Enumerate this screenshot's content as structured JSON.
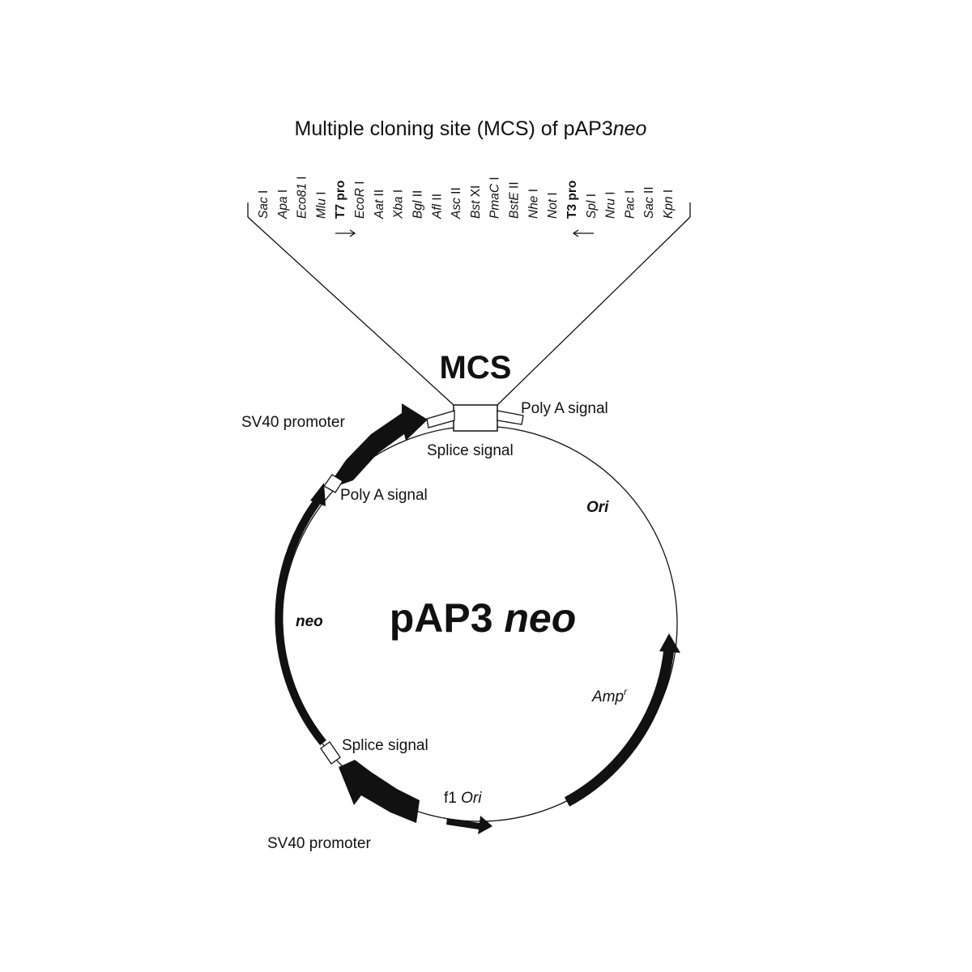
{
  "mcs_title": {
    "prefix": "Multiple cloning site (MCS) of pAP3",
    "suffix": "neo"
  },
  "mcs_sites": [
    {
      "name": "Sac",
      "suffix": " I",
      "style": "italic"
    },
    {
      "name": "Apa",
      "suffix": " I",
      "style": "italic"
    },
    {
      "name": "Eco81",
      "suffix": " I",
      "style": "italic"
    },
    {
      "name": "Mlu",
      "suffix": " I",
      "style": "italic"
    },
    {
      "name": "T7 pro",
      "suffix": "",
      "style": "bold"
    },
    {
      "name": "EcoR",
      "suffix": " I",
      "style": "italic"
    },
    {
      "name": "Aat",
      "suffix": " II",
      "style": "italic"
    },
    {
      "name": "Xba",
      "suffix": " I",
      "style": "italic"
    },
    {
      "name": "Bgl",
      "suffix": " II",
      "style": "italic"
    },
    {
      "name": "Afl",
      "suffix": " II",
      "style": "italic"
    },
    {
      "name": "Asc",
      "suffix": " II",
      "style": "italic"
    },
    {
      "name": "Bst",
      "suffix": " XI",
      "style": "italic"
    },
    {
      "name": "PmaC",
      "suffix": " I",
      "style": "italic"
    },
    {
      "name": "BstE",
      "suffix": " II",
      "style": "italic"
    },
    {
      "name": "Nhe",
      "suffix": " I",
      "style": "italic"
    },
    {
      "name": "Not",
      "suffix": " I",
      "style": "italic"
    },
    {
      "name": "T3 pro",
      "suffix": "",
      "style": "bold"
    },
    {
      "name": "Spl",
      "suffix": " I",
      "style": "italic"
    },
    {
      "name": "Nru",
      "suffix": " I",
      "style": "italic"
    },
    {
      "name": "Pac",
      "suffix": " I",
      "style": "italic"
    },
    {
      "name": "Sac",
      "suffix": " II",
      "style": "italic"
    },
    {
      "name": "Kpn",
      "suffix": " I",
      "style": "italic"
    }
  ],
  "mcs_label": "MCS",
  "plasmid_name": {
    "prefix": "pAP3 ",
    "suffix": "neo"
  },
  "features": {
    "sv40_promoter_top": "SV40 promoter",
    "poly_a_top": "Poly A signal",
    "splice_top": "Splice signal",
    "poly_a_left": "Poly A signal",
    "ori": "Ori",
    "neo": "neo",
    "amp_prefix": "Amp",
    "amp_sup": "r",
    "splice_bottom": "Splice signal",
    "f1_prefix": "f1 ",
    "f1_suffix": "Ori",
    "sv40_promoter_bottom": "SV40 promoter"
  },
  "colors": {
    "ink": "#111111",
    "background": "#ffffff"
  }
}
